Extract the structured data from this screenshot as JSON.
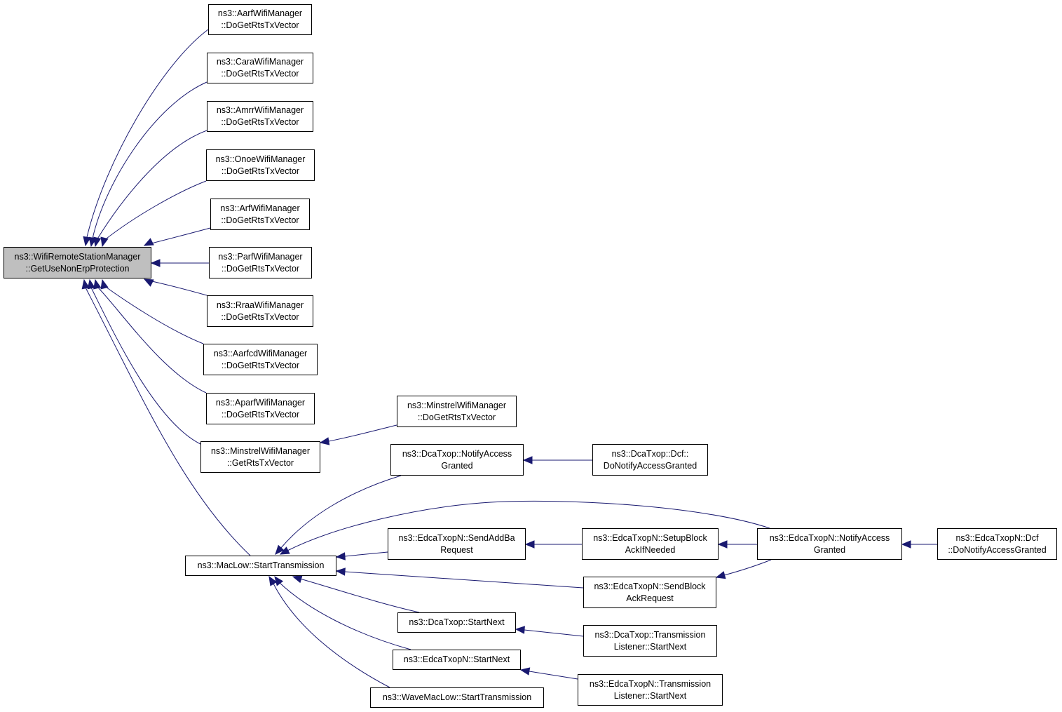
{
  "colors": {
    "edge": "#191970",
    "root_fill": "#bfbfbf",
    "node_fill": "#ffffff",
    "border": "#000000"
  },
  "nodes": {
    "root": {
      "l1": "ns3::WifiRemoteStationManager",
      "l2": "::GetUseNonErpProtection"
    },
    "aarf": {
      "l1": "ns3::AarfWifiManager",
      "l2": "::DoGetRtsTxVector"
    },
    "cara": {
      "l1": "ns3::CaraWifiManager",
      "l2": "::DoGetRtsTxVector"
    },
    "amrr": {
      "l1": "ns3::AmrrWifiManager",
      "l2": "::DoGetRtsTxVector"
    },
    "onoe": {
      "l1": "ns3::OnoeWifiManager",
      "l2": "::DoGetRtsTxVector"
    },
    "arf": {
      "l1": "ns3::ArfWifiManager",
      "l2": "::DoGetRtsTxVector"
    },
    "parf": {
      "l1": "ns3::ParfWifiManager",
      "l2": "::DoGetRtsTxVector"
    },
    "rraa": {
      "l1": "ns3::RraaWifiManager",
      "l2": "::DoGetRtsTxVector"
    },
    "aarfcd": {
      "l1": "ns3::AarfcdWifiManager",
      "l2": "::DoGetRtsTxVector"
    },
    "aparf": {
      "l1": "ns3::AparfWifiManager",
      "l2": "::DoGetRtsTxVector"
    },
    "minGet": {
      "l1": "ns3::MinstrelWifiManager",
      "l2": "::GetRtsTxVector"
    },
    "minDo": {
      "l1": "ns3::MinstrelWifiManager",
      "l2": "::DoGetRtsTxVector"
    },
    "macStart": {
      "l1": "ns3::MacLow::StartTransmission"
    },
    "dcaNotify": {
      "l1": "ns3::DcaTxop::NotifyAccess",
      "l2": "Granted"
    },
    "dcaDcf": {
      "l1": "ns3::DcaTxop::Dcf::",
      "l2": "DoNotifyAccessGranted"
    },
    "edcaAddBa": {
      "l1": "ns3::EdcaTxopN::SendAddBa",
      "l2": "Request"
    },
    "edcaSetup": {
      "l1": "ns3::EdcaTxopN::SetupBlock",
      "l2": "AckIfNeeded"
    },
    "edcaNotify": {
      "l1": "ns3::EdcaTxopN::NotifyAccess",
      "l2": "Granted"
    },
    "edcaDcf": {
      "l1": "ns3::EdcaTxopN::Dcf",
      "l2": "::DoNotifyAccessGranted"
    },
    "edcaBar": {
      "l1": "ns3::EdcaTxopN::SendBlock",
      "l2": "AckRequest"
    },
    "dcaNext": {
      "l1": "ns3::DcaTxop::StartNext"
    },
    "dcaTL": {
      "l1": "ns3::DcaTxop::Transmission",
      "l2": "Listener::StartNext"
    },
    "edcaNext": {
      "l1": "ns3::EdcaTxopN::StartNext"
    },
    "edcaTL": {
      "l1": "ns3::EdcaTxopN::Transmission",
      "l2": "Listener::StartNext"
    },
    "waveStart": {
      "l1": "ns3::WaveMacLow::StartTransmission"
    }
  },
  "edges": [
    [
      "aarf",
      "root"
    ],
    [
      "cara",
      "root"
    ],
    [
      "amrr",
      "root"
    ],
    [
      "onoe",
      "root"
    ],
    [
      "arf",
      "root"
    ],
    [
      "parf",
      "root"
    ],
    [
      "rraa",
      "root"
    ],
    [
      "aarfcd",
      "root"
    ],
    [
      "aparf",
      "root"
    ],
    [
      "minGet",
      "root"
    ],
    [
      "macStart",
      "root"
    ],
    [
      "minDo",
      "minGet"
    ],
    [
      "dcaNotify",
      "macStart"
    ],
    [
      "edcaNotify",
      "macStart"
    ],
    [
      "edcaAddBa",
      "macStart"
    ],
    [
      "edcaBar",
      "macStart"
    ],
    [
      "dcaNext",
      "macStart"
    ],
    [
      "edcaNext",
      "macStart"
    ],
    [
      "waveStart",
      "macStart"
    ],
    [
      "dcaDcf",
      "dcaNotify"
    ],
    [
      "edcaSetup",
      "edcaAddBa"
    ],
    [
      "edcaNotify",
      "edcaSetup"
    ],
    [
      "edcaNotify",
      "edcaBar"
    ],
    [
      "edcaDcf",
      "edcaNotify"
    ],
    [
      "dcaTL",
      "dcaNext"
    ],
    [
      "edcaTL",
      "edcaNext"
    ]
  ]
}
